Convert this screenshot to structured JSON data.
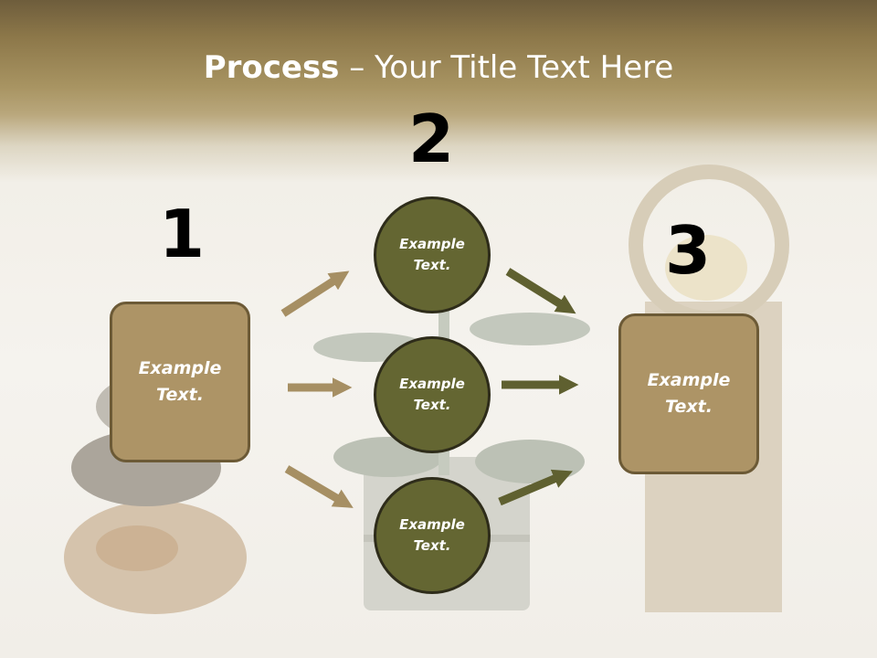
{
  "slide": {
    "title_bold": "Process",
    "title_rest": " – Your Title Text Here"
  },
  "steps": [
    {
      "number": "1",
      "label_line1": "Example",
      "label_line2": "Text."
    },
    {
      "number": "2"
    },
    {
      "number": "3",
      "label_line1": "Example",
      "label_line2": "Text."
    }
  ],
  "circles": [
    {
      "line1": "Example",
      "line2": "Text."
    },
    {
      "line1": "Example",
      "line2": "Text."
    },
    {
      "line1": "Example",
      "line2": "Text."
    }
  ],
  "colors": {
    "box_fill": "#ad9466",
    "box_border": "#6c5a36",
    "circle_fill": "#646632",
    "circle_border": "#2e2c1a",
    "arrow_tan": "#a68f63",
    "arrow_olive": "#5f6030"
  }
}
